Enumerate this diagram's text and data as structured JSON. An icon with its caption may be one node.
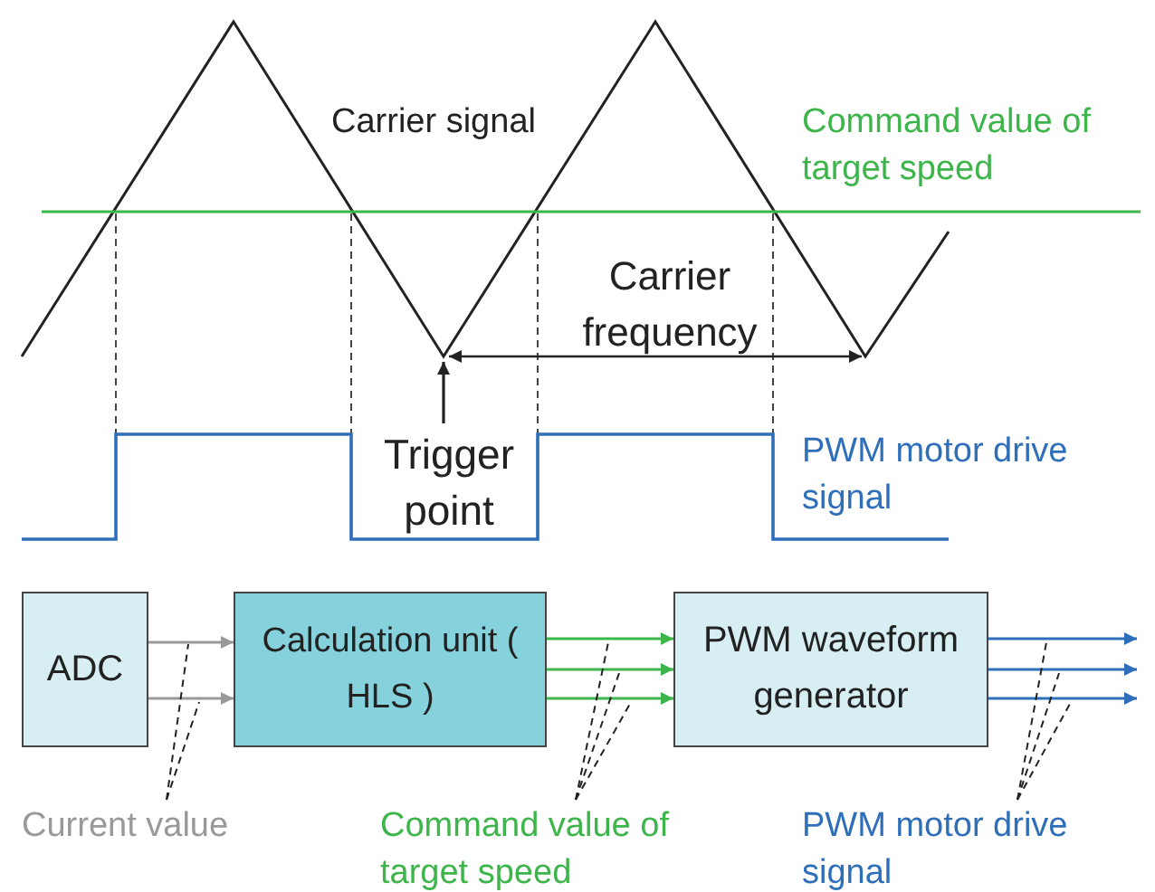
{
  "diagram": {
    "nodes": [
      {
        "text": [
          "ADC"
        ]
      },
      {
        "text": [
          "Calculation unit ( HLS )"
        ]
      },
      {
        "text": [
          "PWM waveform generator"
        ]
      },
      {
        "text": [
          "Current value"
        ]
      },
      {
        "text": [
          "Command value of target speed"
        ]
      },
      {
        "text": [
          "PWM motor drive signal"
        ]
      },
      {
        "text": [
          "Trigger point"
        ]
      }
    ],
    "edges": [
      {
        "from": 0,
        "to": 1,
        "arrow": "to",
        "color": "#999999"
      },
      {
        "from": 0,
        "to": 1,
        "arrow": "to",
        "color": "#999999"
      },
      {
        "from": 1,
        "to": 2,
        "arrow": "to",
        "color": "#3db54a"
      },
      {
        "from": 1,
        "to": 2,
        "arrow": "to",
        "color": "#3db54a"
      },
      {
        "from": 1,
        "to": 2,
        "arrow": "to",
        "color": "#3db54a"
      },
      {
        "from": 2,
        "to": null,
        "arrow": "to",
        "color": "#2f6fba"
      },
      {
        "from": 2,
        "to": null,
        "arrow": "to",
        "color": "#2f6fba"
      },
      {
        "from": 2,
        "to": null,
        "arrow": "to",
        "color": "#2f6fba"
      },
      {
        "from": 3,
        "to": null,
        "arrow": "none",
        "style": "dashed"
      },
      {
        "from": 3,
        "to": null,
        "arrow": "none",
        "style": "dashed"
      },
      {
        "from": 4,
        "to": null,
        "arrow": "none",
        "style": "dashed"
      },
      {
        "from": 4,
        "to": null,
        "arrow": "none",
        "style": "dashed"
      },
      {
        "from": 4,
        "to": null,
        "arrow": "none",
        "style": "dashed"
      },
      {
        "from": 5,
        "to": null,
        "arrow": "none",
        "style": "dashed"
      },
      {
        "from": 5,
        "to": null,
        "arrow": "none",
        "style": "dashed"
      },
      {
        "from": 5,
        "to": null,
        "arrow": "none",
        "style": "dashed"
      },
      {
        "from": 6,
        "to": null,
        "arrow": "to"
      }
    ],
    "labels": [
      "Carrier signal",
      "Command value of target speed",
      "Carrier frequency",
      "PWM motor drive signal"
    ]
  }
}
